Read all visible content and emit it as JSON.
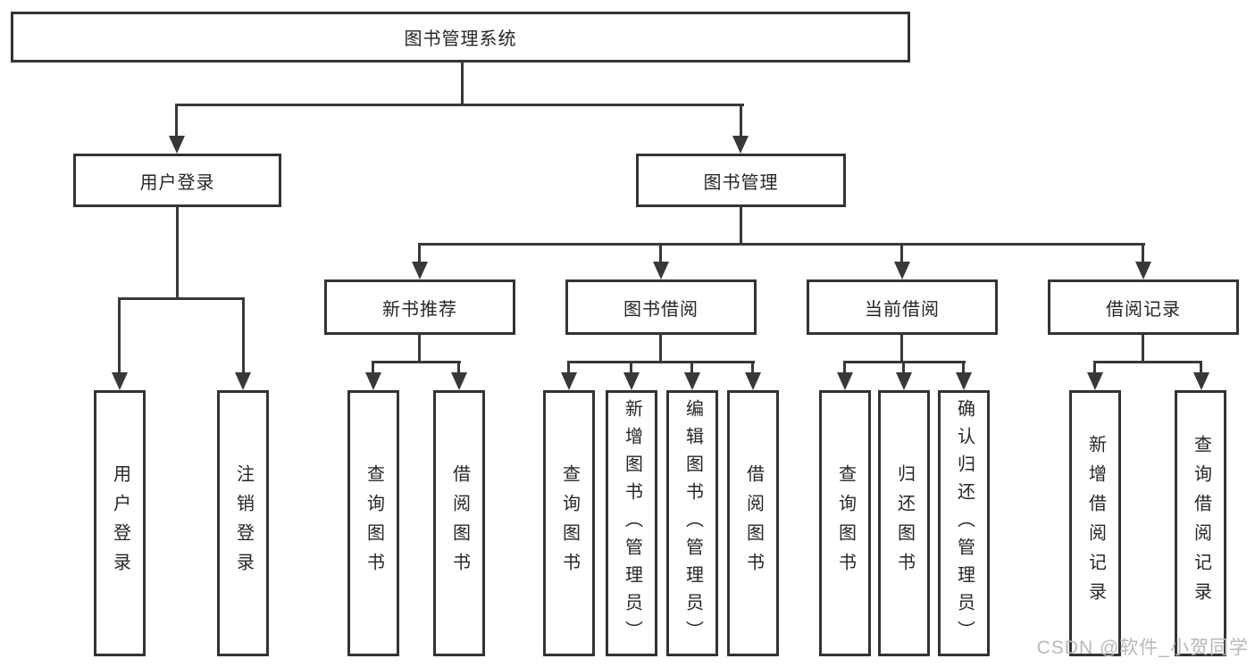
{
  "diagram": {
    "nodes": {
      "root": {
        "label": "图书管理系统"
      },
      "user_login": {
        "label": "用户登录"
      },
      "book_management": {
        "label": "图书管理"
      },
      "new_book_recommend": {
        "label": "新书推荐"
      },
      "book_borrowing": {
        "label": "图书借阅"
      },
      "current_borrowing": {
        "label": "当前借阅"
      },
      "borrowing_records": {
        "label": "借阅记录"
      },
      "user_login_leaf": {
        "label": "用户登录"
      },
      "logout_leaf": {
        "label": "注销登录"
      },
      "nbr_query_books": {
        "label": "查询图书"
      },
      "nbr_borrow_books": {
        "label": "借阅图书"
      },
      "bb_query_books": {
        "label": "查询图书"
      },
      "bb_add_books": {
        "label": "新增图书（管理员）"
      },
      "bb_edit_books": {
        "label": "编辑图书（管理员）"
      },
      "bb_borrow_books": {
        "label": "借阅图书"
      },
      "cb_query_books": {
        "label": "查询图书"
      },
      "cb_return_books": {
        "label": "归还图书"
      },
      "cb_confirm_return": {
        "label": "确认归还（管理员）"
      },
      "br_add_record": {
        "label": "新增借阅记录"
      },
      "br_query_record": {
        "label": "查询借阅记录"
      }
    },
    "edges": [
      {
        "from": "root",
        "to": "user_login"
      },
      {
        "from": "root",
        "to": "book_management"
      },
      {
        "from": "user_login",
        "to": "user_login_leaf"
      },
      {
        "from": "user_login",
        "to": "logout_leaf"
      },
      {
        "from": "book_management",
        "to": "new_book_recommend"
      },
      {
        "from": "book_management",
        "to": "book_borrowing"
      },
      {
        "from": "book_management",
        "to": "current_borrowing"
      },
      {
        "from": "book_management",
        "to": "borrowing_records"
      },
      {
        "from": "new_book_recommend",
        "to": "nbr_query_books"
      },
      {
        "from": "new_book_recommend",
        "to": "nbr_borrow_books"
      },
      {
        "from": "book_borrowing",
        "to": "bb_query_books"
      },
      {
        "from": "book_borrowing",
        "to": "bb_add_books"
      },
      {
        "from": "book_borrowing",
        "to": "bb_edit_books"
      },
      {
        "from": "book_borrowing",
        "to": "bb_borrow_books"
      },
      {
        "from": "current_borrowing",
        "to": "cb_query_books"
      },
      {
        "from": "current_borrowing",
        "to": "cb_return_books"
      },
      {
        "from": "current_borrowing",
        "to": "cb_confirm_return"
      },
      {
        "from": "borrowing_records",
        "to": "br_add_record"
      },
      {
        "from": "borrowing_records",
        "to": "br_query_record"
      }
    ],
    "colors": {
      "line": "#383838",
      "box_border": "#333333",
      "text": "#262626",
      "background": "#ffffff"
    }
  },
  "watermark": {
    "text": "CSDN @软件_小贺同学",
    "color": "#b9b9b9"
  }
}
